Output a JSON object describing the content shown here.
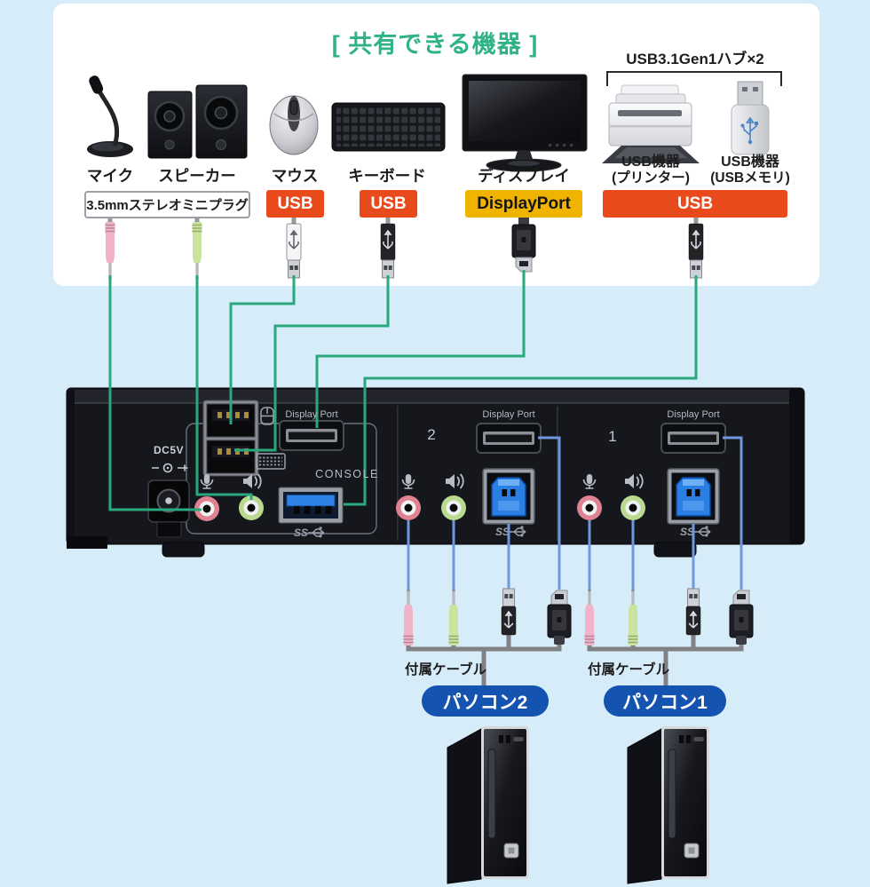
{
  "panel": {
    "title": "[ 共有できる機器 ]",
    "hub_note": "USB3.1Gen1ハブ×2",
    "device_labels": [
      "マイク",
      "スピーカー",
      "マウス",
      "キーボード",
      "ディスプレイ"
    ],
    "usb_device_printer": {
      "line1": "USB機器",
      "line2": "(プリンター)"
    },
    "usb_device_memory": {
      "line1": "USB機器",
      "line2": "(USBメモリ)"
    },
    "tags": {
      "audio": "3.5mmステレオミニプラグ",
      "usb_mouse": "USB",
      "usb_keyboard": "USB",
      "displayport": "DisplayPort",
      "usb_hub": "USB"
    }
  },
  "device": {
    "dc_label": "DC5V",
    "console_label": "CONSOLE",
    "displayport_label": "Display Port",
    "port2_label": "2",
    "port1_label": "1",
    "ss_label": "SS"
  },
  "bottom": {
    "cable_note": "付属ケーブル",
    "pc2_label": "パソコン2",
    "pc1_label": "パソコン1"
  },
  "colors": {
    "background": "#d7ecf9",
    "accent_green": "#2eb286",
    "line_green": "#2aa87d",
    "tag_orange": "#e94a1c",
    "tag_gold": "#f0b400",
    "pc_blue": "#1453b0",
    "line_blue": "#6f97de"
  }
}
